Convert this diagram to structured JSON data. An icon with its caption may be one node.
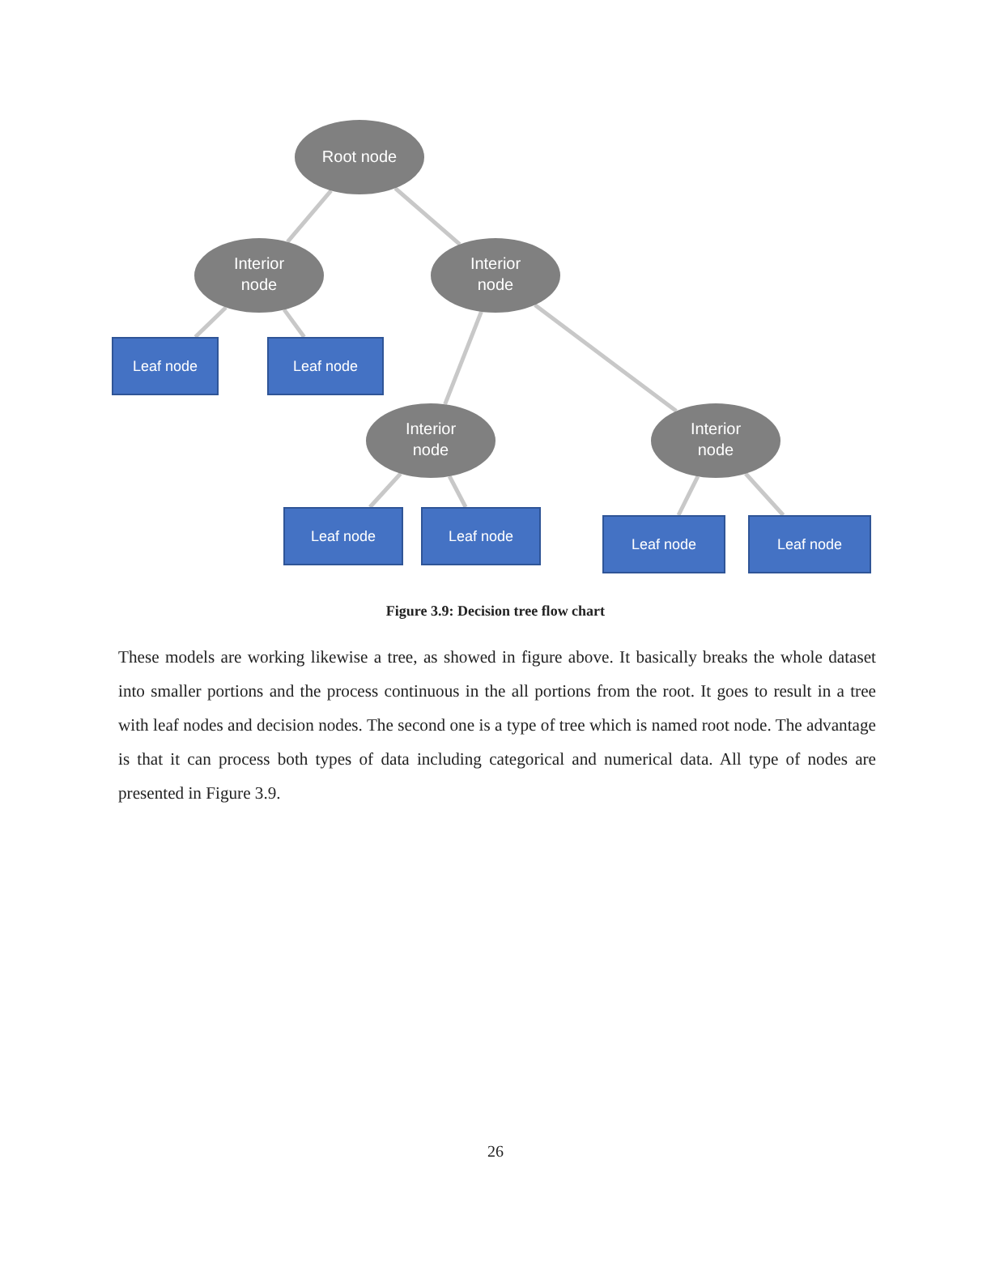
{
  "diagram": {
    "caption": "Figure 3.9: Decision tree flow chart",
    "nodes": [
      {
        "text": [
          "Root node"
        ]
      },
      {
        "text": [
          "Interior node"
        ]
      },
      {
        "text": [
          "Interior node"
        ]
      },
      {
        "text": [
          "Leaf node"
        ]
      },
      {
        "text": [
          "Leaf node"
        ]
      },
      {
        "text": [
          "Interior node"
        ]
      },
      {
        "text": [
          "Interior node"
        ]
      },
      {
        "text": [
          "Leaf node"
        ]
      },
      {
        "text": [
          "Leaf node"
        ]
      },
      {
        "text": [
          "Leaf node"
        ]
      },
      {
        "text": [
          "Leaf node"
        ]
      }
    ],
    "edges": [
      {
        "from": 0,
        "to": 1,
        "arrow": "none"
      },
      {
        "from": 0,
        "to": 2,
        "arrow": "none"
      },
      {
        "from": 1,
        "to": 3,
        "arrow": "none"
      },
      {
        "from": 1,
        "to": 4,
        "arrow": "none"
      },
      {
        "from": 2,
        "to": 5,
        "arrow": "none"
      },
      {
        "from": 2,
        "to": 6,
        "arrow": "none"
      },
      {
        "from": 5,
        "to": 7,
        "arrow": "none"
      },
      {
        "from": 5,
        "to": 8,
        "arrow": "none"
      },
      {
        "from": 6,
        "to": 9,
        "arrow": "none"
      },
      {
        "from": 6,
        "to": 10,
        "arrow": "none"
      }
    ],
    "labels": [
      "These models are working likewise a tree, as showed in figure above. It basically breaks the whole dataset into smaller portions and the process continuous in the all portions from the root. It goes to result in a tree with leaf nodes and decision nodes. The second one is a type of tree which is named root node. The advantage is that it can process both types of data including categorical and numerical data. All type of nodes are presented in Figure 3.9.",
      "26"
    ]
  }
}
